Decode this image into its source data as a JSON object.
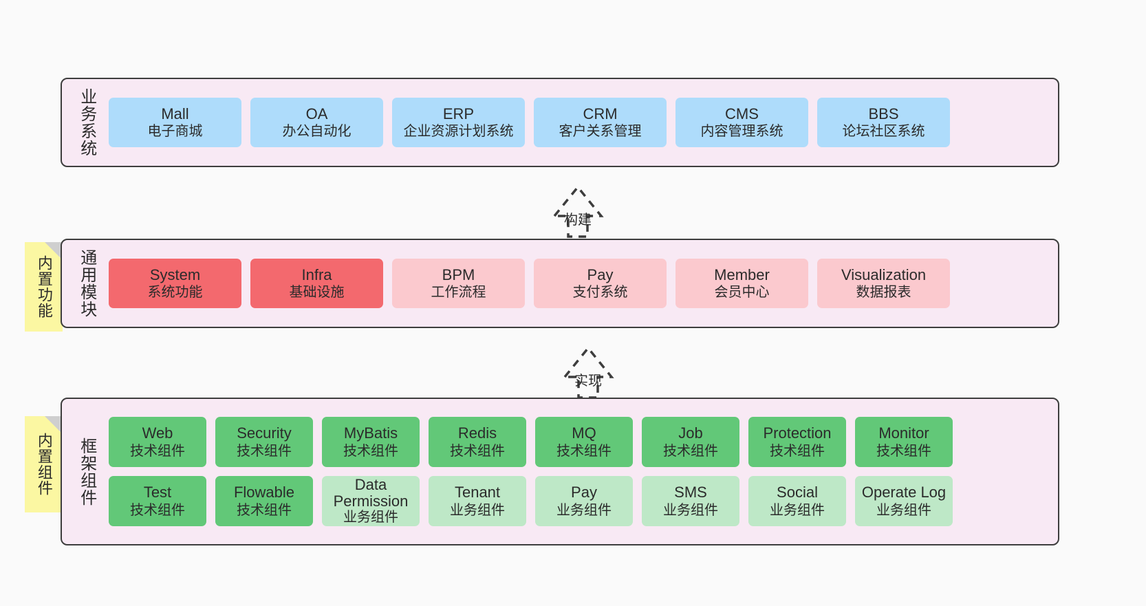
{
  "diagram": {
    "title_hidden": "",
    "layers": [
      {
        "id": "business-systems",
        "label": "业务系统",
        "nodes": [
          {
            "title": "Mall",
            "subtitle": "电子商城",
            "color": "#aedcfb"
          },
          {
            "title": "OA",
            "subtitle": "办公自动化",
            "color": "#aedcfb"
          },
          {
            "title": "ERP",
            "subtitle": "企业资源计划系统",
            "color": "#aedcfb"
          },
          {
            "title": "CRM",
            "subtitle": "客户关系管理",
            "color": "#aedcfb"
          },
          {
            "title": "CMS",
            "subtitle": "内容管理系统",
            "color": "#aedcfb"
          },
          {
            "title": "BBS",
            "subtitle": "论坛社区系统",
            "color": "#aedcfb"
          }
        ]
      },
      {
        "id": "common-modules",
        "label": "通用模块",
        "note": "内置功能",
        "nodes": [
          {
            "title": "System",
            "subtitle": "系统功能",
            "color": "#f3696e"
          },
          {
            "title": "Infra",
            "subtitle": "基础设施",
            "color": "#f3696e"
          },
          {
            "title": "BPM",
            "subtitle": "工作流程",
            "color": "#fbc9ce"
          },
          {
            "title": "Pay",
            "subtitle": "支付系统",
            "color": "#fbc9ce"
          },
          {
            "title": "Member",
            "subtitle": "会员中心",
            "color": "#fbc9ce"
          },
          {
            "title": "Visualization",
            "subtitle": "数据报表",
            "color": "#fbc9ce"
          }
        ]
      },
      {
        "id": "framework-components",
        "label": "框架组件",
        "note": "内置组件",
        "rows": [
          [
            {
              "title": "Web",
              "subtitle": "技术组件",
              "color": "#62c878"
            },
            {
              "title": "Security",
              "subtitle": "技术组件",
              "color": "#62c878"
            },
            {
              "title": "MyBatis",
              "subtitle": "技术组件",
              "color": "#62c878"
            },
            {
              "title": "Redis",
              "subtitle": "技术组件",
              "color": "#62c878"
            },
            {
              "title": "MQ",
              "subtitle": "技术组件",
              "color": "#62c878"
            },
            {
              "title": "Job",
              "subtitle": "技术组件",
              "color": "#62c878"
            },
            {
              "title": "Protection",
              "subtitle": "技术组件",
              "color": "#62c878"
            },
            {
              "title": "Monitor",
              "subtitle": "技术组件",
              "color": "#62c878"
            }
          ],
          [
            {
              "title": "Test",
              "subtitle": "技术组件",
              "color": "#62c878"
            },
            {
              "title": "Flowable",
              "subtitle": "技术组件",
              "color": "#62c878"
            },
            {
              "title": "Data Permission",
              "subtitle": "业务组件",
              "color": "#bee8c7"
            },
            {
              "title": "Tenant",
              "subtitle": "业务组件",
              "color": "#bee8c7"
            },
            {
              "title": "Pay",
              "subtitle": "业务组件",
              "color": "#bee8c7"
            },
            {
              "title": "SMS",
              "subtitle": "业务组件",
              "color": "#bee8c7"
            },
            {
              "title": "Social",
              "subtitle": "业务组件",
              "color": "#bee8c7"
            },
            {
              "title": "Operate Log",
              "subtitle": "业务组件",
              "color": "#bee8c7"
            }
          ]
        ]
      }
    ],
    "connectors": [
      {
        "id": "build",
        "label": "构建",
        "style": "dashed-block-arrow-up"
      },
      {
        "id": "implement",
        "label": "实现",
        "style": "dashed-block-arrow-up"
      }
    ],
    "colors": {
      "panel_bg": "#f8e9f4",
      "panel_border": "#3d3d3d",
      "note_bg": "#fbf7a2",
      "note_fold": "#cfcfcf",
      "canvas_bg": "#fafafa",
      "text": "#2b2b2b",
      "arrow_stroke": "#3d3d3d"
    }
  }
}
